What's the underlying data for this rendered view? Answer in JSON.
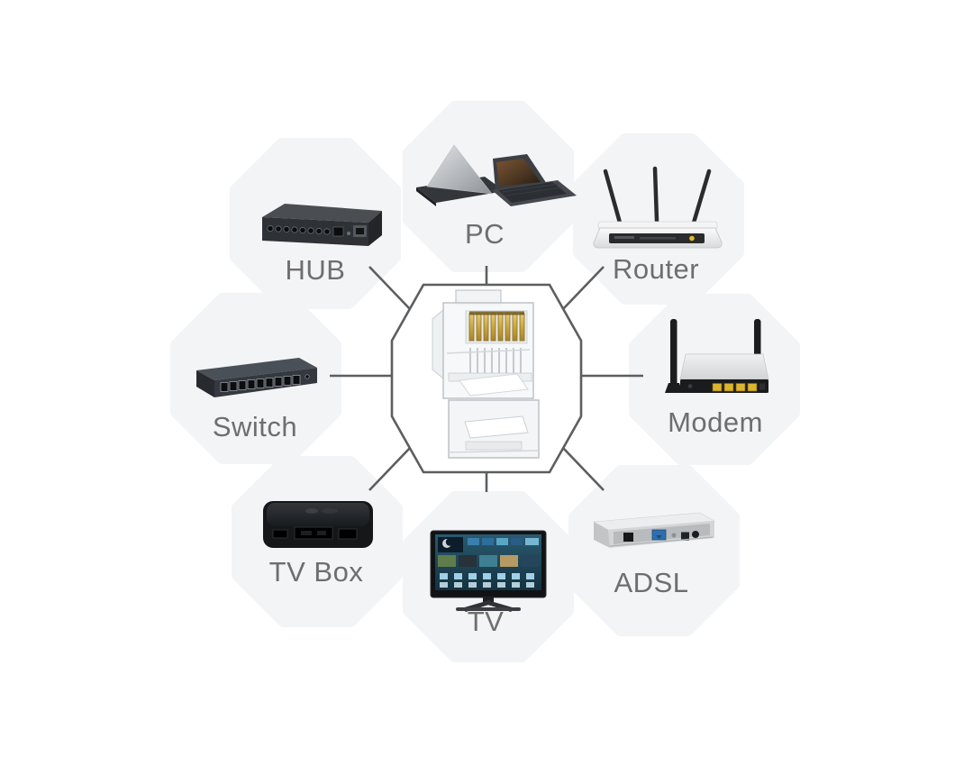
{
  "figure": {
    "type": "network-connection-diagram",
    "center": {
      "id": "rj45",
      "icon": "rj45-connector-icon"
    },
    "nodes": [
      {
        "id": "hub",
        "label": "HUB",
        "icon": "hub-device-icon",
        "connects_to": "rj45"
      },
      {
        "id": "pc",
        "label": "PC",
        "icon": "laptops-icon",
        "connects_to": "rj45"
      },
      {
        "id": "router",
        "label": "Router",
        "icon": "wireless-router-icon",
        "connects_to": "rj45"
      },
      {
        "id": "switch",
        "label": "Switch",
        "icon": "ethernet-switch-icon",
        "connects_to": "rj45"
      },
      {
        "id": "modem",
        "label": "Modem",
        "icon": "modem-icon",
        "connects_to": "rj45"
      },
      {
        "id": "tv-box",
        "label": "TV Box",
        "icon": "tv-box-icon",
        "connects_to": "rj45"
      },
      {
        "id": "tv",
        "label": "TV",
        "icon": "smart-tv-icon",
        "connects_to": "rj45"
      },
      {
        "id": "adsl",
        "label": "ADSL",
        "icon": "adsl-modem-icon",
        "connects_to": "rj45"
      }
    ],
    "colors": {
      "background": "#ffffff",
      "tile": "#f3f4f6",
      "line": "#5c5e60",
      "label": "#6e6e6e",
      "rj45_pin_gold": "#caa63f",
      "port_yellow": "#dcb52e",
      "adsl_port_blue": "#2f6fae"
    }
  }
}
